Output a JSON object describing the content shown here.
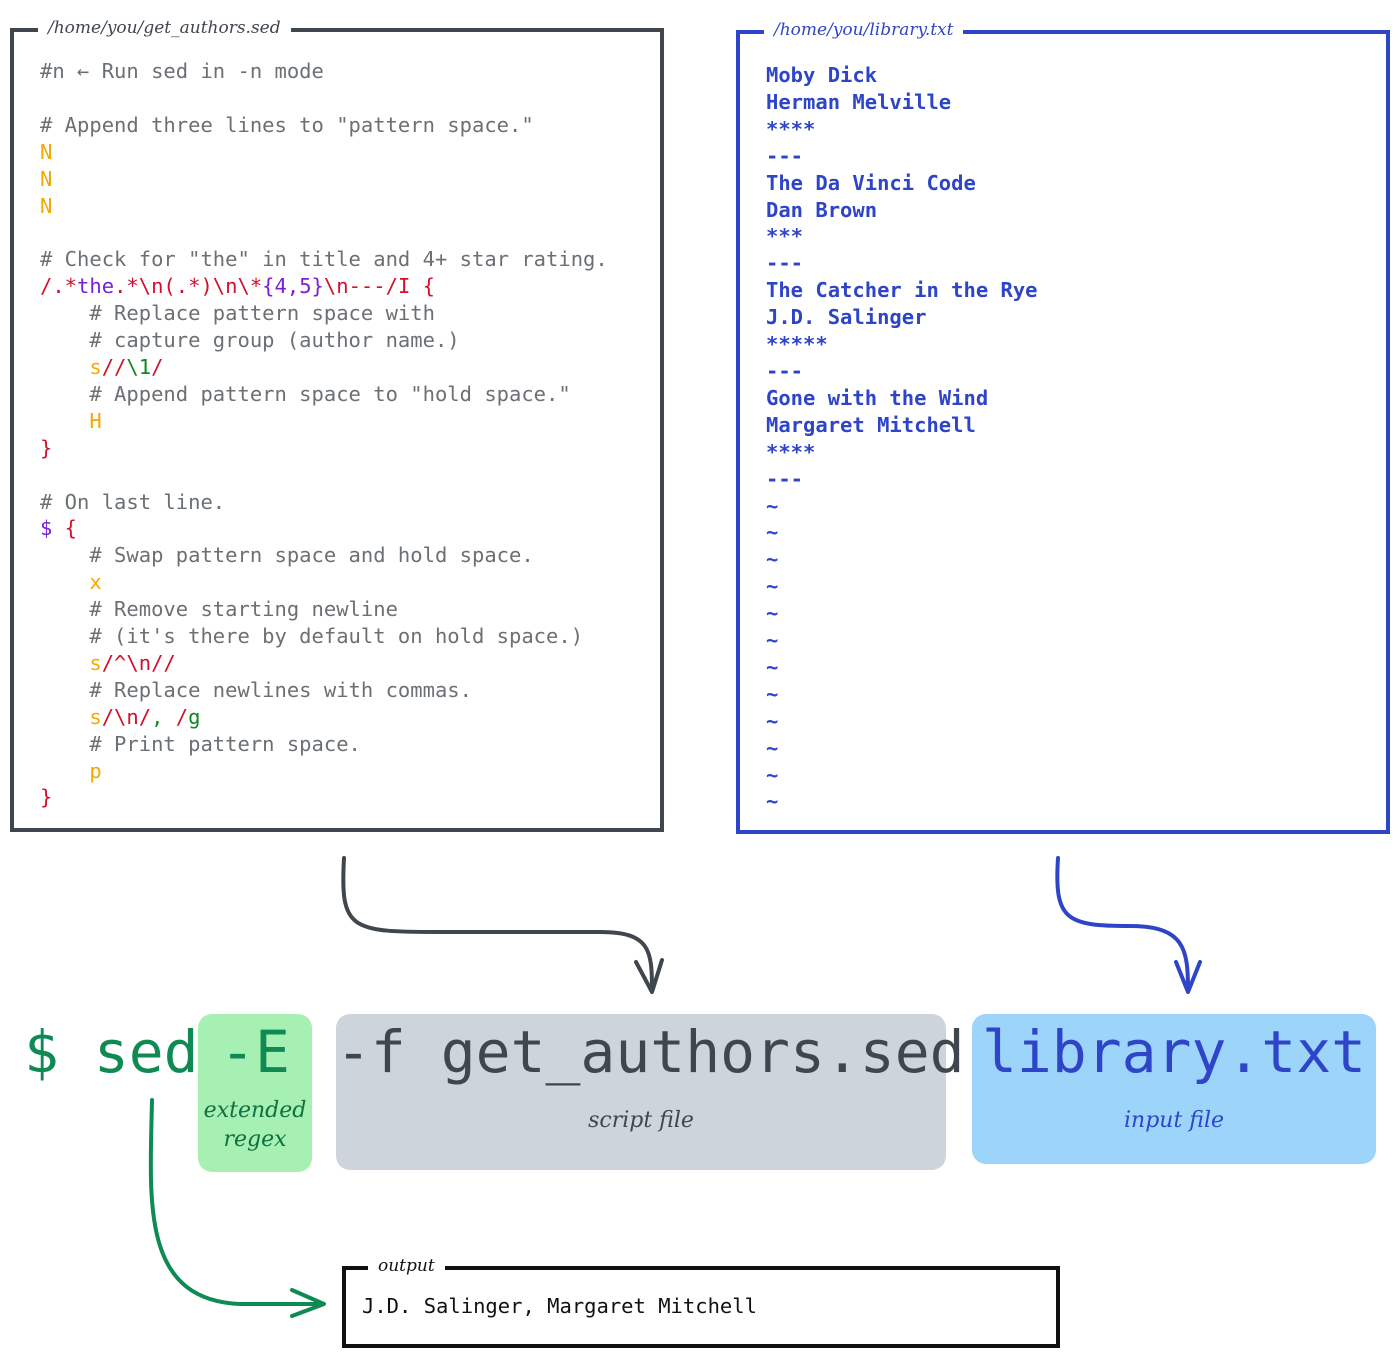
{
  "script_file": {
    "path": "/home/you/get_authors.sed",
    "lines": [
      [
        {
          "t": "#n ← Run sed in -n mode",
          "c": "comment"
        }
      ],
      [],
      [
        {
          "t": "# Append three lines to \"pattern space.\"",
          "c": "comment"
        }
      ],
      [
        {
          "t": "N",
          "c": "cmd"
        }
      ],
      [
        {
          "t": "N",
          "c": "cmd"
        }
      ],
      [
        {
          "t": "N",
          "c": "cmd"
        }
      ],
      [],
      [
        {
          "t": "# Check for \"the\" in title and 4+ star rating.",
          "c": "comment"
        }
      ],
      [
        {
          "t": "/.*",
          "c": "red"
        },
        {
          "t": "the",
          "c": "purple"
        },
        {
          "t": ".*\\n(.*)\\n\\*",
          "c": "red"
        },
        {
          "t": "{4,5}",
          "c": "purple"
        },
        {
          "t": "\\n---/I {",
          "c": "red"
        }
      ],
      [
        {
          "t": "    # Replace pattern space with",
          "c": "comment"
        }
      ],
      [
        {
          "t": "    # capture group (author name.)",
          "c": "comment"
        }
      ],
      [
        {
          "t": "    ",
          "c": ""
        },
        {
          "t": "s",
          "c": "cmd"
        },
        {
          "t": "//",
          "c": "red"
        },
        {
          "t": "\\1",
          "c": "green"
        },
        {
          "t": "/",
          "c": "red"
        }
      ],
      [
        {
          "t": "    # Append pattern space to \"hold space.\"",
          "c": "comment"
        }
      ],
      [
        {
          "t": "    ",
          "c": ""
        },
        {
          "t": "H",
          "c": "cmd"
        }
      ],
      [
        {
          "t": "}",
          "c": "red"
        }
      ],
      [],
      [
        {
          "t": "# On last line.",
          "c": "comment"
        }
      ],
      [
        {
          "t": "$",
          "c": "purple"
        },
        {
          "t": " {",
          "c": "red"
        }
      ],
      [
        {
          "t": "    # Swap pattern space and hold space.",
          "c": "comment"
        }
      ],
      [
        {
          "t": "    ",
          "c": ""
        },
        {
          "t": "x",
          "c": "cmd"
        }
      ],
      [
        {
          "t": "    # Remove starting newline",
          "c": "comment"
        }
      ],
      [
        {
          "t": "    # (it's there by default on hold space.)",
          "c": "comment"
        }
      ],
      [
        {
          "t": "    ",
          "c": ""
        },
        {
          "t": "s",
          "c": "cmd"
        },
        {
          "t": "/^\\n//",
          "c": "red"
        }
      ],
      [
        {
          "t": "    # Replace newlines with commas.",
          "c": "comment"
        }
      ],
      [
        {
          "t": "    ",
          "c": ""
        },
        {
          "t": "s",
          "c": "cmd"
        },
        {
          "t": "/\\n/",
          "c": "red"
        },
        {
          "t": ",",
          "c": "green"
        },
        {
          "t": " /",
          "c": "red"
        },
        {
          "t": "g",
          "c": "green"
        }
      ],
      [
        {
          "t": "    # Print pattern space.",
          "c": "comment"
        }
      ],
      [
        {
          "t": "    ",
          "c": ""
        },
        {
          "t": "p",
          "c": "cmd"
        }
      ],
      [
        {
          "t": "}",
          "c": "red"
        }
      ]
    ]
  },
  "input_file": {
    "path": "/home/you/library.txt",
    "lines": [
      "Moby Dick",
      "Herman Melville",
      "****",
      "---",
      "The Da Vinci Code",
      "Dan Brown",
      "***",
      "---",
      "The Catcher in the Rye",
      "J.D. Salinger",
      "*****",
      "---",
      "Gone with the Wind",
      "Margaret Mitchell",
      "****",
      "---",
      "~",
      "~",
      "~",
      "~",
      "~",
      "~",
      "~",
      "~",
      "~",
      "~",
      "~",
      "~"
    ]
  },
  "command": {
    "prefix": "$ sed",
    "flag": "-E",
    "flag_caption_1": "extended",
    "flag_caption_2": "regex",
    "script_arg": "-f get_authors.sed",
    "script_caption": "script file",
    "input_arg": "library.txt",
    "input_caption": "input file"
  },
  "output": {
    "label": "output",
    "text": "J.D. Salinger, Margaret Mitchell"
  },
  "colors": {
    "script": "#3f464d",
    "input": "#2f45c8",
    "command": "#0f8a53",
    "comment": "#6b7075",
    "cmd": "#f2a900",
    "regex_red": "#d0112b",
    "regex_green": "#11861d",
    "regex_purple": "#7a1fd6"
  }
}
